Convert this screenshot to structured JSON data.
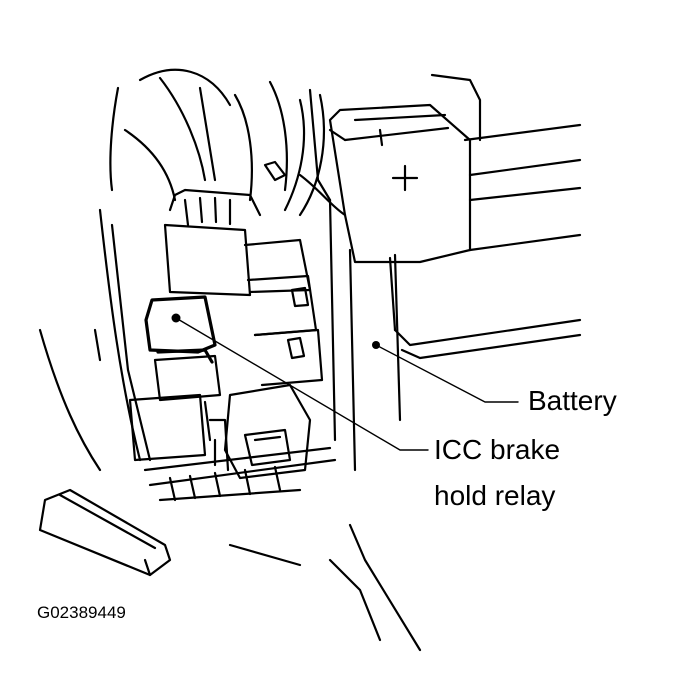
{
  "labels": {
    "battery": "Battery",
    "relay_line1": "ICC brake",
    "relay_line2": "hold relay",
    "figure_id": "G02389449"
  },
  "colors": {
    "ink": "#000000",
    "paper": "#ffffff"
  }
}
